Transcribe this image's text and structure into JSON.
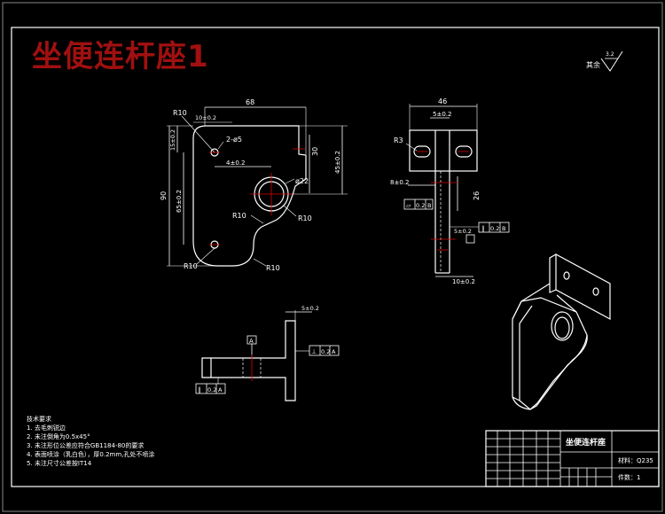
{
  "title": "坐便连杆座1",
  "roughness": {
    "label": "其余",
    "value": "3.2"
  },
  "front_view": {
    "width": "68",
    "top_offset": "10±0.2",
    "holes": "2-ø5",
    "hole_pitch_h": "4±0.2",
    "hole_spacing_v": "65±0.2",
    "total_height": "90",
    "upper_offset": "15±0.2",
    "right_dim": "30",
    "right_total": "45±0.2",
    "big_hole": "ø22",
    "r_top": "R10",
    "r_bottom_left": "R10",
    "r_inner": "R10",
    "r_boss": "R10",
    "r_bottom_right": "R10"
  },
  "side_view": {
    "width": "46",
    "slot_width": "5±0.2",
    "r": "R3",
    "thickness": "8±0.2",
    "height": "26",
    "flatness": "0.2",
    "flatness_ref": "B",
    "parallel": "0.2",
    "parallel_ref": "B",
    "small": "5±0.2",
    "bottom_dim": "10±0.2"
  },
  "top_view": {
    "dim": "5±0.2",
    "datum": "A",
    "perp": "0.2",
    "perp_ref": "A",
    "parallel": "0.2",
    "parallel_ref": "A"
  },
  "notes": {
    "heading": "技术要求",
    "items": [
      "1. 去毛刺锐边",
      "2. 未注倒角为0.5x45°",
      "3. 未注形位公差应符合GB1184-80的要求",
      "4. 表面喷涂（乳白色），厚0.2mm,孔处不喷涂",
      "5. 未注尺寸公差按IT14"
    ]
  },
  "title_block": {
    "part_name": "坐便连杆座",
    "material": "材料：Q235",
    "quantity": "件数：1"
  }
}
